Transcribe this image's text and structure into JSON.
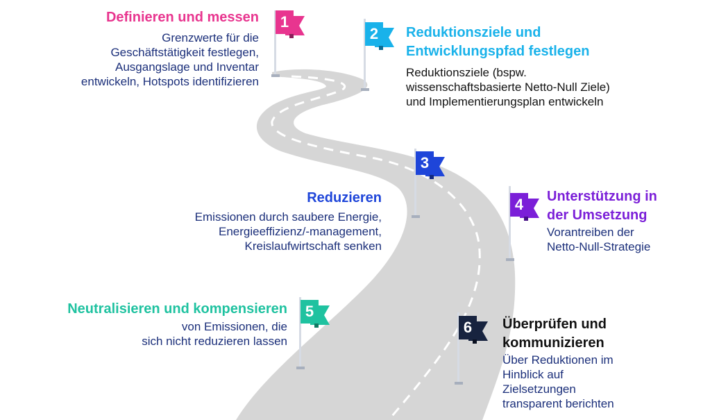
{
  "steps": [
    {
      "num": "1",
      "title": "Definieren und messen",
      "body": [
        "Grenzwerte für die",
        "Geschäftstätigkeit festlegen,",
        "Ausgangslage und Inventar",
        "entwickeln, Hotspots identifizieren"
      ],
      "color": "#e8358f",
      "dark": "#8a1f5a"
    },
    {
      "num": "2",
      "title": "Reduktionsziele und Entwicklungspfad festlegen",
      "title_lines": [
        "Reduktionsziele und",
        "Entwicklungspfad festlegen"
      ],
      "body": [
        "Reduktionsziele (bspw.",
        "wissenschaftsbasierte Netto-Null Ziele)",
        "und Implementierungsplan entwickeln"
      ],
      "color": "#19b2ea",
      "dark": "#0d6c94"
    },
    {
      "num": "3",
      "title": "Reduzieren",
      "body": [
        "Emissionen durch saubere Energie,",
        "Energieeffizienz/-management,",
        "Kreislaufwirtschaft senken"
      ],
      "color": "#1e45d9",
      "dark": "#12297f"
    },
    {
      "num": "4",
      "title_lines": [
        "Unterstützung in",
        "der Umsetzung"
      ],
      "body": [
        "Vorantreiben der",
        "Netto-Null-Strategie"
      ],
      "color": "#7b1fd8",
      "dark": "#461185"
    },
    {
      "num": "5",
      "title": "Neutralisieren und kompensieren",
      "body": [
        "von Emissionen, die",
        "sich nicht reduzieren lassen"
      ],
      "color": "#1fc2a0",
      "dark": "#107a63"
    },
    {
      "num": "6",
      "title_lines": [
        "Überprüfen und",
        "kommunizieren"
      ],
      "body": [
        "Über Reduktionen im",
        "Hinblick auf",
        "Zielsetzungen",
        "transparent berichten"
      ],
      "color": "#17233f",
      "dark": "#0a1020"
    }
  ]
}
